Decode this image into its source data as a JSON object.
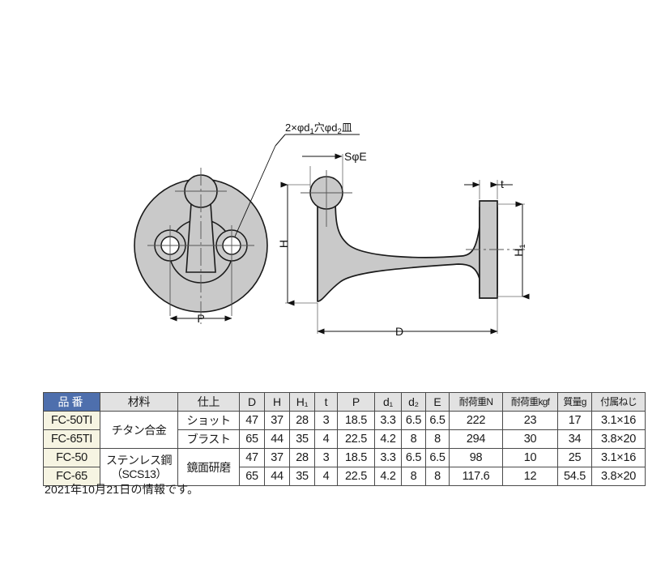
{
  "drawing": {
    "front_view": {
      "dimension_p_label": "P"
    },
    "side_view": {
      "dimension_h_label": "H",
      "dimension_h1_label": "H",
      "dimension_h1_sub": "1",
      "dimension_t_label": "t",
      "dimension_d_label": "D",
      "screw_spec_label": "SφE"
    },
    "callout": {
      "prefix": "2×φd",
      "sub1": "1",
      "middle": "穴φd",
      "sub2": "2",
      "suffix": "皿"
    }
  },
  "table": {
    "headers": [
      "品番",
      "材料",
      "仕上",
      "D",
      "H",
      "H₁",
      "t",
      "P",
      "d₁",
      "d₂",
      "E",
      "耐荷重N",
      "耐荷重kgf",
      "質量g",
      "付属ねじ"
    ],
    "materials": [
      {
        "label": "チタン合金",
        "rows": 2
      },
      {
        "label_line1": "ステンレス鋼",
        "label_line2": "（SCS13）",
        "rows": 2
      }
    ],
    "finishes": [
      {
        "label_line1": "ショット",
        "label_line2": "ブラスト",
        "rows": 2
      },
      {
        "label": "鏡面研磨",
        "rows": 2
      }
    ],
    "rows": [
      {
        "partno": "FC-50TI",
        "D": "47",
        "H": "37",
        "H1": "28",
        "t": "3",
        "P": "18.5",
        "d1": "3.3",
        "d2": "6.5",
        "E": "6.5",
        "load_n": "222",
        "load_kgf": "23",
        "weight_g": "17",
        "screw": "3.1×16"
      },
      {
        "partno": "FC-65TI",
        "D": "65",
        "H": "44",
        "H1": "35",
        "t": "4",
        "P": "22.5",
        "d1": "4.2",
        "d2": "8",
        "E": "8",
        "load_n": "294",
        "load_kgf": "30",
        "weight_g": "34",
        "screw": "3.8×20"
      },
      {
        "partno": "FC-50",
        "D": "47",
        "H": "37",
        "H1": "28",
        "t": "3",
        "P": "18.5",
        "d1": "3.3",
        "d2": "6.5",
        "E": "6.5",
        "load_n": "98",
        "load_kgf": "10",
        "weight_g": "25",
        "screw": "3.1×16"
      },
      {
        "partno": "FC-65",
        "D": "65",
        "H": "44",
        "H1": "35",
        "t": "4",
        "P": "22.5",
        "d1": "4.2",
        "d2": "8",
        "E": "8",
        "load_n": "117.6",
        "load_kgf": "12",
        "weight_g": "54.5",
        "screw": "3.8×20"
      }
    ]
  },
  "footnote": "2021年10月21日の情報です。",
  "colors": {
    "header_accent": "#4e6fad",
    "header_gray": "#e2e2e2",
    "partno_cell": "#f6f4e2",
    "part_fill": "#c9c9c9",
    "outline": "#1a1a1a"
  }
}
